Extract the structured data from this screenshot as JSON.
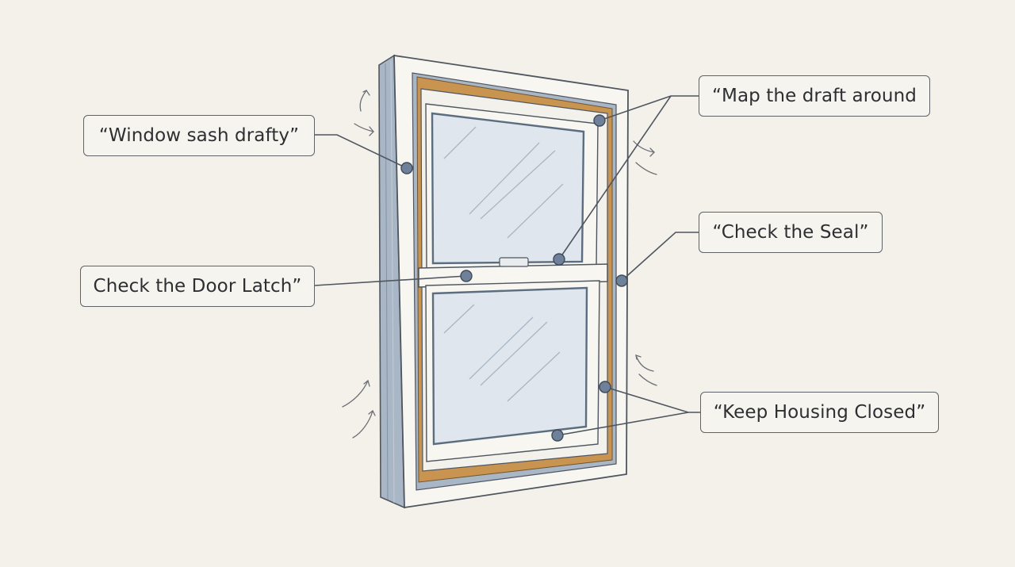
{
  "callouts": {
    "window_sash_drafty": "“Window sash drafty”",
    "map_the_draft_around": "“Map the draft around",
    "check_the_seal": "“Check the Seal”",
    "check_the_door_latch": "Check the Door Latch”",
    "keep_housing_closed": "“Keep Housing Closed”"
  },
  "colors": {
    "background": "#f3f1ea",
    "frame_blue": "#a9b6c5",
    "frame_white": "#f7f6f1",
    "seal_wood": "#c9944f",
    "glass": "#dde5ec",
    "marker": "#6f819a",
    "outline": "#4f5660"
  }
}
